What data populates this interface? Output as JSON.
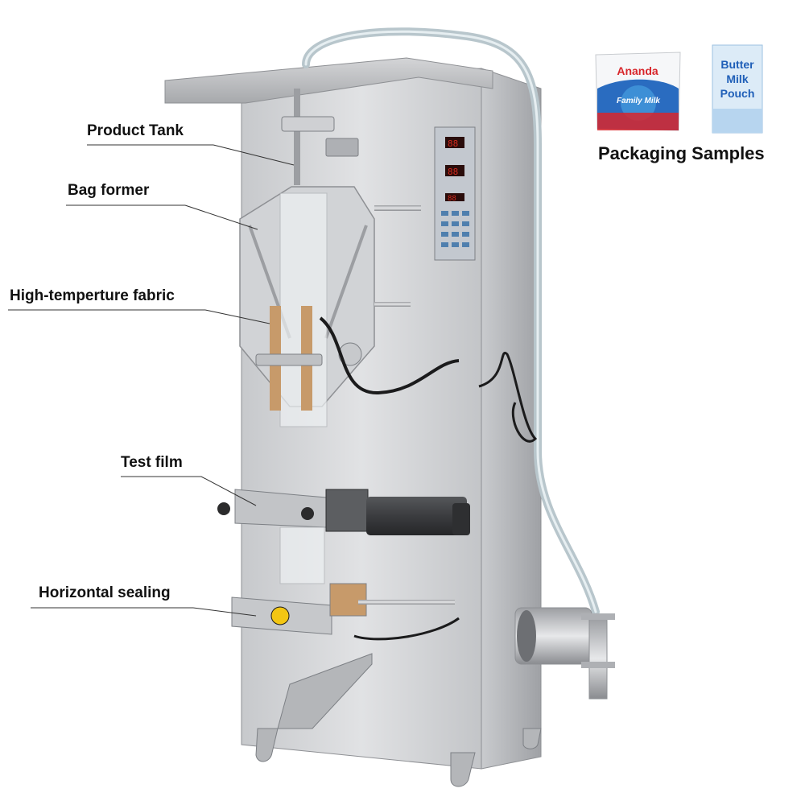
{
  "labels": {
    "product_tank": "Product Tank",
    "bag_former": "Bag former",
    "high_temp_fabric": "High-temperture fabric",
    "test_film": "Test film",
    "horizontal_sealing": "Horizontal sealing"
  },
  "packaging": {
    "title": "Packaging Samples",
    "pouch_1": {
      "brand": "Ananda",
      "product": "Family Milk"
    },
    "pouch_2": {
      "line1": "Butter",
      "line2": "Milk",
      "line3": "Pouch"
    }
  },
  "control_panel": {
    "display_1": "88",
    "display_2": "88",
    "display_3": "88"
  },
  "colors": {
    "steel_light": "#d9dadc",
    "steel_mid": "#b9bbbe",
    "steel_dark": "#8e9094",
    "motor": "#3a3b3d",
    "display_red": "#d42a1e",
    "label_line": "#333333",
    "ananda_red": "#d8262b",
    "ananda_blue": "#2a6cc0",
    "butter_blue": "#1f5fb8"
  }
}
